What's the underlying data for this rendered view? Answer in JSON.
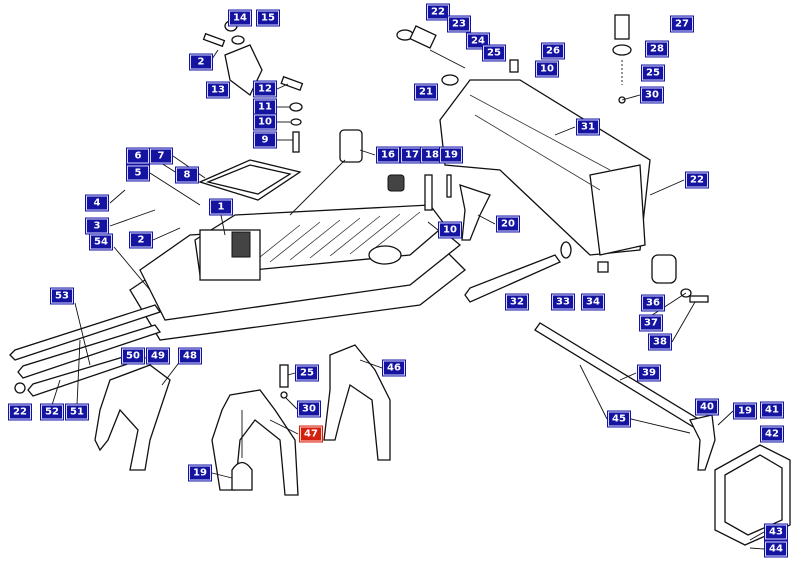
{
  "diagram": {
    "highlight_color": "#d42010",
    "label_color": "#1414a0",
    "callouts": [
      "14",
      "15",
      "2",
      "13",
      "12",
      "11",
      "10",
      "9",
      "22",
      "23",
      "24",
      "25",
      "26",
      "10",
      "21",
      "27",
      "28",
      "25",
      "30",
      "31",
      "22",
      "6",
      "7",
      "5",
      "8",
      "4",
      "1",
      "3",
      "2",
      "54",
      "16",
      "17",
      "18",
      "19",
      "20",
      "10",
      "32",
      "33",
      "34",
      "36",
      "37",
      "38",
      "53",
      "50",
      "49",
      "48",
      "25",
      "46",
      "30",
      "47",
      "22",
      "52",
      "51",
      "19",
      "39",
      "40",
      "19",
      "41",
      "42",
      "45",
      "43",
      "44"
    ],
    "highlighted": "47"
  }
}
